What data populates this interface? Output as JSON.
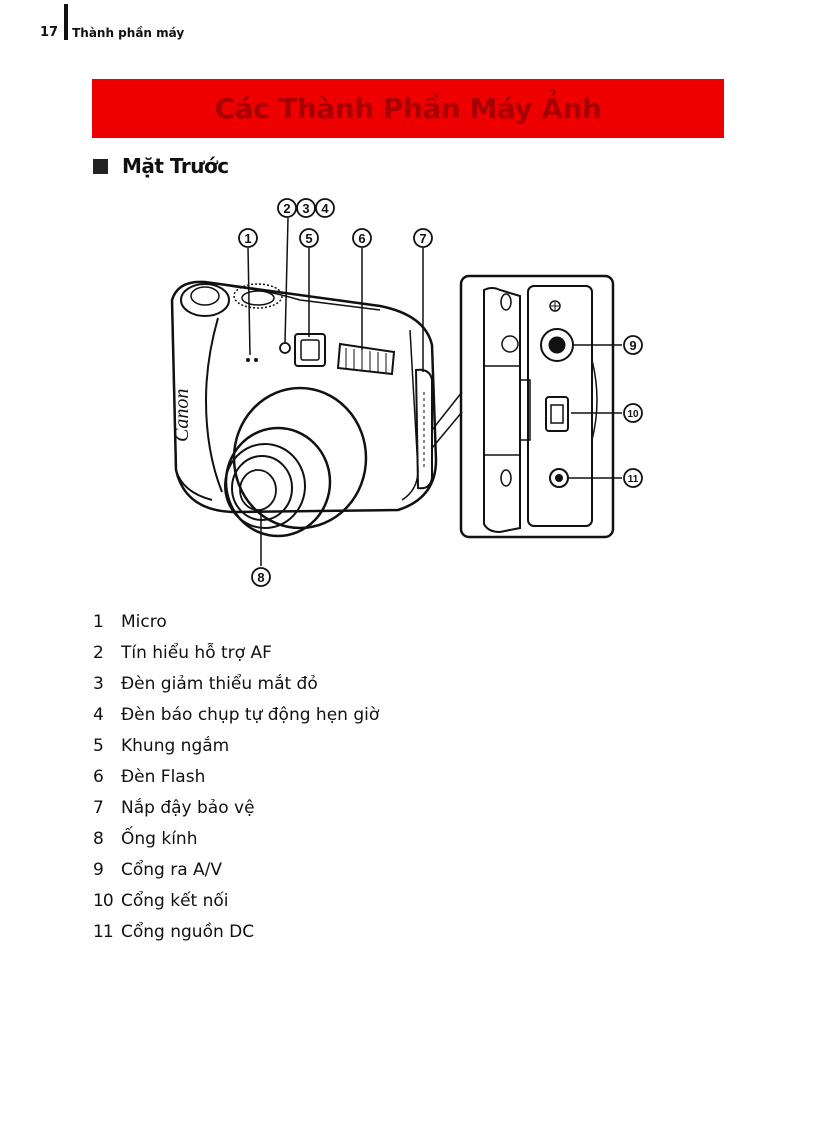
{
  "header": {
    "page_number": "17",
    "section": "Thành phần máy"
  },
  "title": "Các Thành Phần Máy Ảnh",
  "subheading": "Mặt Trước",
  "figure": {
    "callouts": {
      "c1": "1",
      "c2": "2",
      "c3": "3",
      "c4": "4",
      "c5": "5",
      "c6": "6",
      "c7": "7",
      "c8": "8",
      "c9": "9",
      "c10": "10",
      "c11": "11"
    },
    "brand": "Canon"
  },
  "legend": [
    {
      "num": "1",
      "label": "Micro"
    },
    {
      "num": "2",
      "label": "Tín hiểu hỗ trợ AF"
    },
    {
      "num": "3",
      "label": "Đèn giảm thiểu mắt đỏ"
    },
    {
      "num": "4",
      "label": "Đèn báo chụp tự động hẹn giờ"
    },
    {
      "num": "5",
      "label": "Khung ngắm"
    },
    {
      "num": "6",
      "label": "Đèn Flash"
    },
    {
      "num": "7",
      "label": "Nắp đậy bảo vệ"
    },
    {
      "num": "8",
      "label": "Ống kính"
    },
    {
      "num": "9",
      "label": "Cổng ra A/V"
    },
    {
      "num": "10",
      "label": "Cổng kết nối"
    },
    {
      "num": "11",
      "label": "Cổng nguồn DC"
    }
  ]
}
